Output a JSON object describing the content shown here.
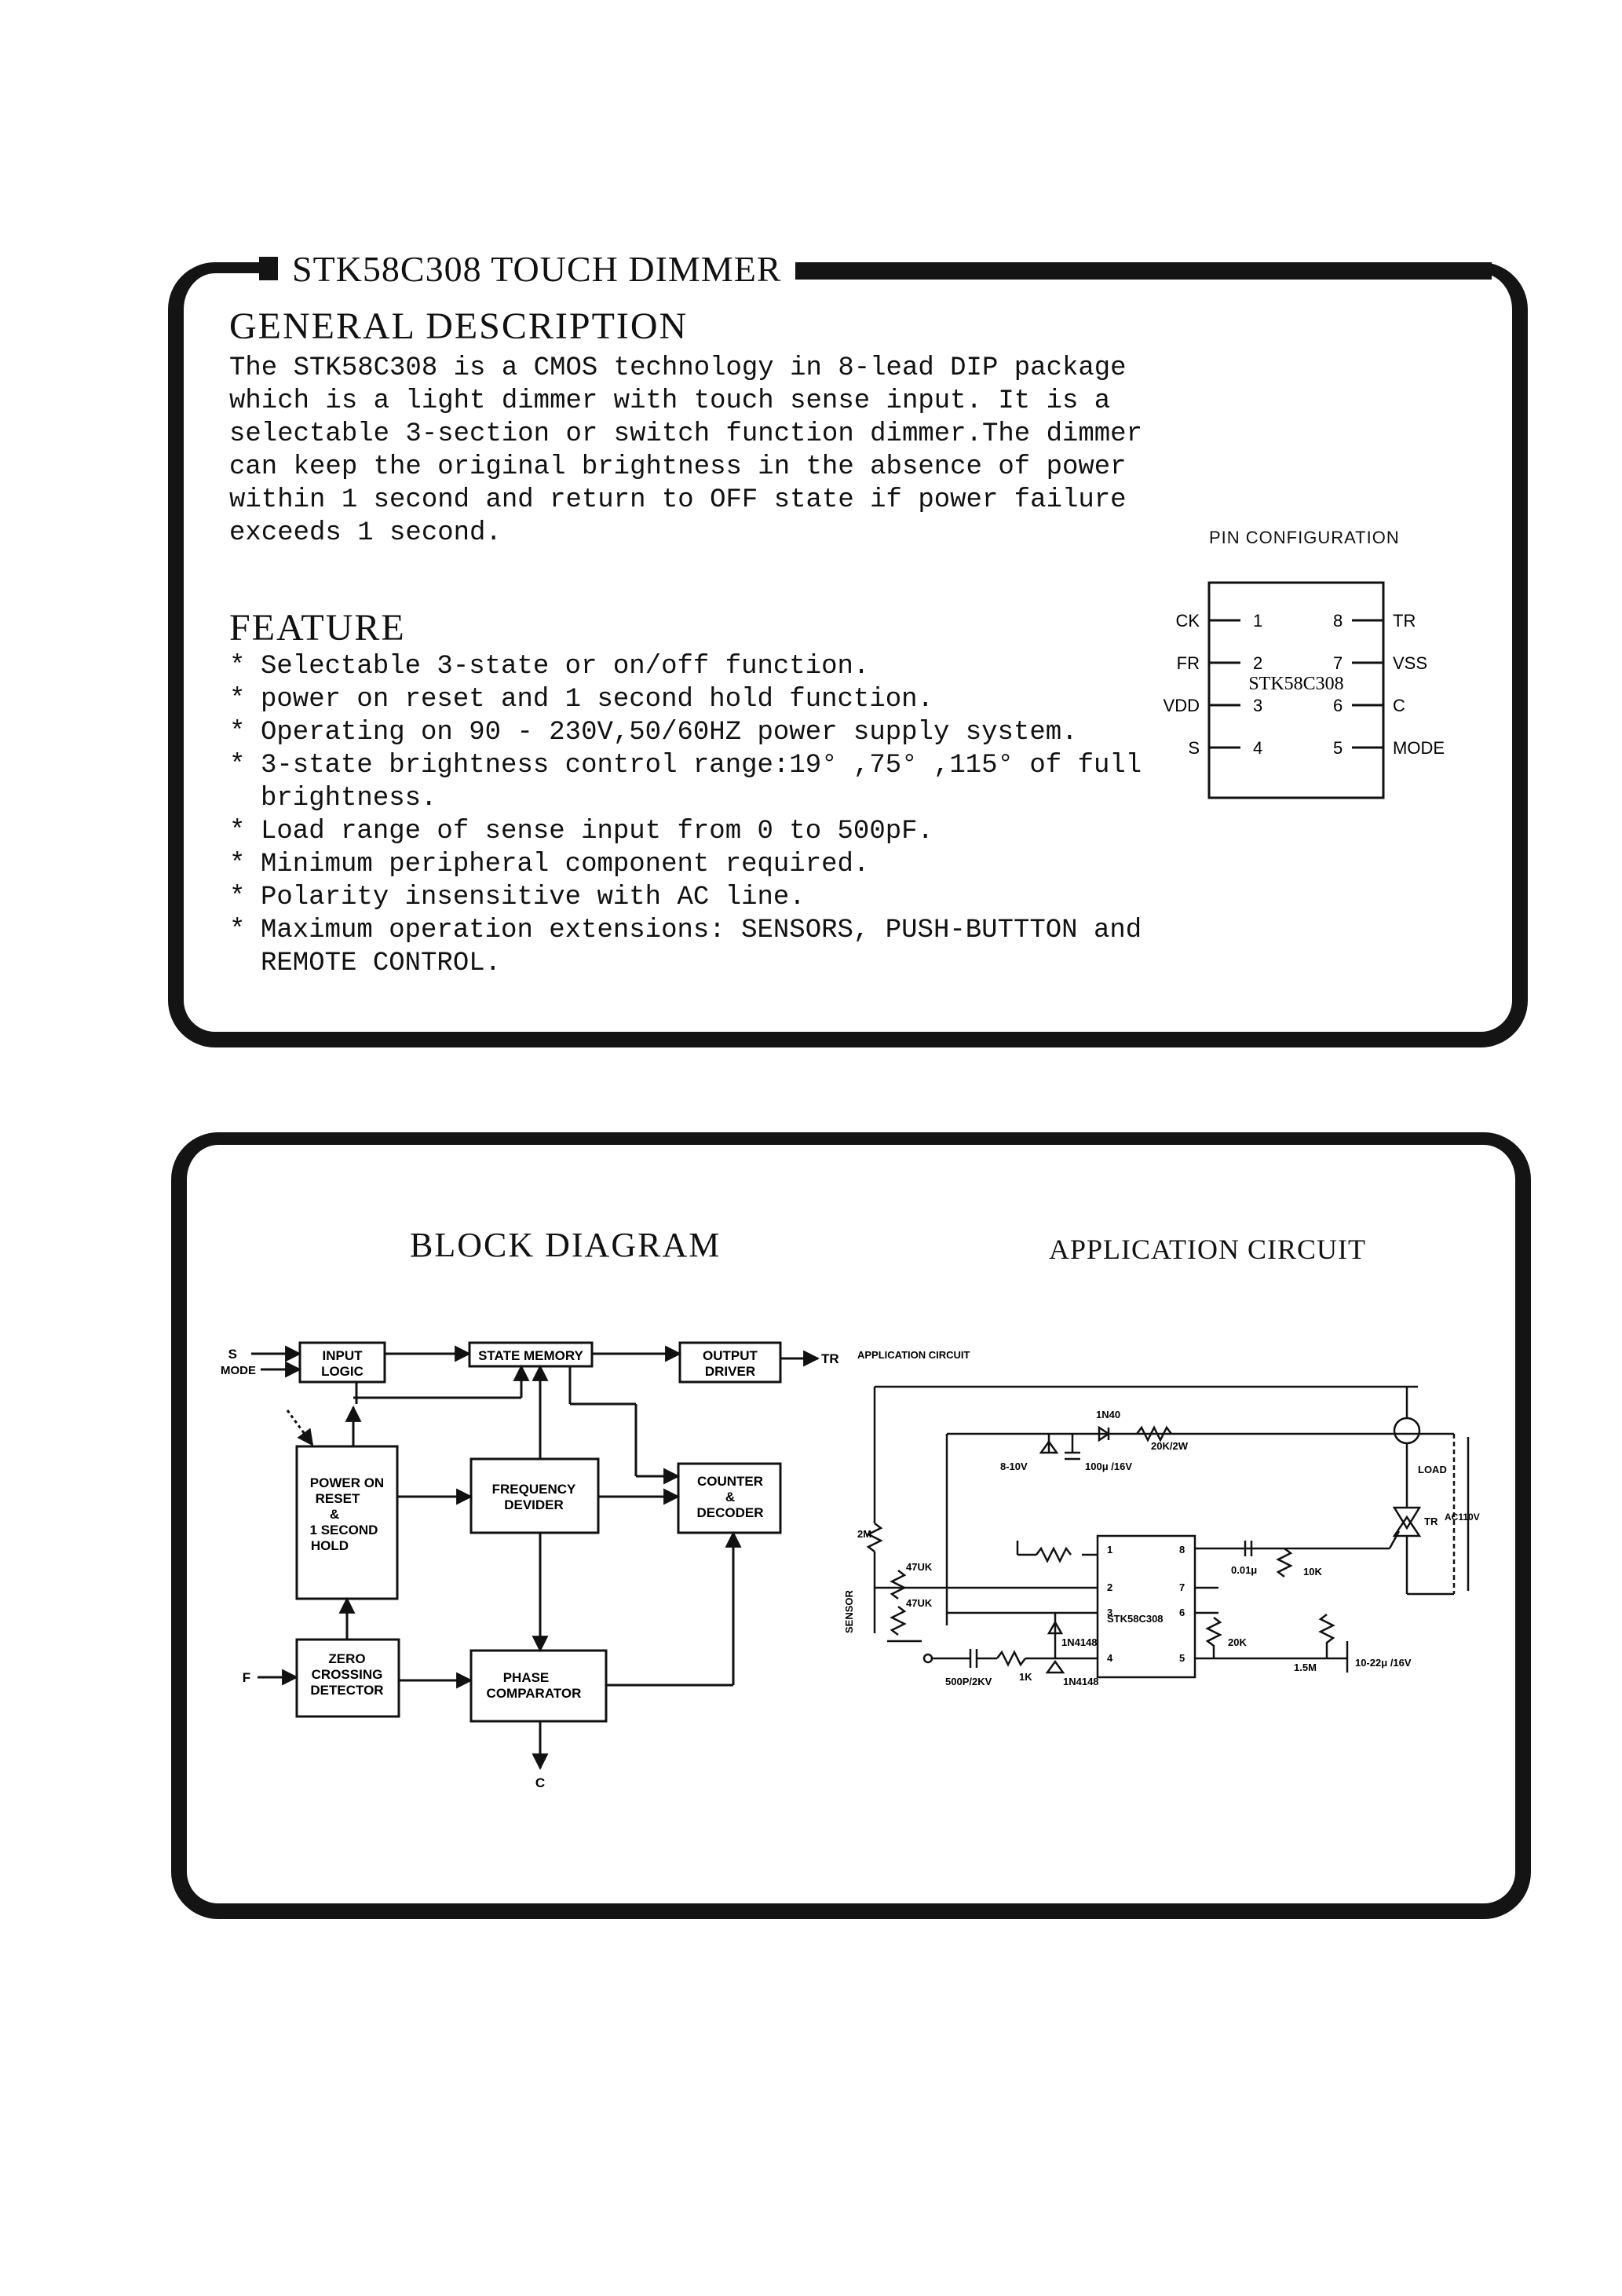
{
  "header": {
    "title": "STK58C308 TOUCH DIMMER"
  },
  "general": {
    "heading": "GENERAL DESCRIPTION",
    "lines": [
      "The STK58C308 is a CMOS technology in 8-lead DIP  package",
      "which is a light dimmer with touch sense input.   It is a",
      "selectable 3-section or switch function dimmer.The dimmer",
      "can keep the original brightness  in the absence of power",
      "within 1 second and return to OFF state  if power failure",
      "exceeds 1 second."
    ]
  },
  "feature": {
    "heading": "FEATURE",
    "items": [
      "Selectable 3-state or on/off function.",
      "power on reset and 1 second hold function.",
      "Operating on 90 - 230V,50/60HZ power supply system.",
      "3-state brightness control range:19° ,75° ,115° of full",
      "Load range of sense input from 0 to 500pF.",
      "Minimum peripheral component required.",
      "Polarity insensitive with AC line.",
      "Maximum operation extensions: SENSORS, PUSH-BUTTTON and"
    ],
    "continuations": [
      "brightness.",
      "REMOTE CONTROL."
    ]
  },
  "pin_config": {
    "title": "PIN CONFIGURATION",
    "chip": "STK58C308",
    "left": [
      {
        "name": "CK",
        "num": "1"
      },
      {
        "name": "FR",
        "num": "2"
      },
      {
        "name": "VDD",
        "num": "3"
      },
      {
        "name": "S",
        "num": "4"
      }
    ],
    "right": [
      {
        "name": "TR",
        "num": "8"
      },
      {
        "name": "VSS",
        "num": "7"
      },
      {
        "name": "C",
        "num": "6"
      },
      {
        "name": "MODE",
        "num": "5"
      }
    ]
  },
  "block_diagram": {
    "heading": "BLOCK DIAGRAM",
    "blocks": {
      "input_logic": [
        "INPUT",
        "LOGIC"
      ],
      "state_memory": [
        "STATE  MEMORY"
      ],
      "output_driver": [
        "OUTPUT",
        "DRIVER"
      ],
      "power_on_reset": [
        "POWER ON",
        "RESET",
        "&",
        "1 SECOND",
        "HOLD"
      ],
      "frequency_devider": [
        "FREQUENCY",
        "DEVIDER"
      ],
      "counter_decoder": [
        "COUNTER",
        "&",
        "DECODER"
      ],
      "zero_crossing": [
        "ZERO",
        "CROSSING",
        "DETECTOR"
      ],
      "phase_comparator": [
        "PHASE",
        "COMPARATOR"
      ]
    },
    "signals": {
      "s": "S",
      "mode": "MODE",
      "tr": "TR",
      "f": "F",
      "c": "C"
    }
  },
  "application_circuit": {
    "heading": "APPLICATION CIRCUIT",
    "inner_title": "APPLICATION CIRCUIT",
    "chip": "STK58C308",
    "labels": {
      "diode_top": "1N40",
      "r_top": "20K/2W",
      "zener": "8-10V",
      "cap_top": "100μ /16V",
      "r_left": "2M",
      "r47a": "47UK",
      "r47b": "47UK",
      "sensor": "SENSOR",
      "n4148a": "1N4148",
      "n4148b": "1N4148",
      "cap_in": "500P/2KV",
      "r_in": "1K",
      "cap_001": "0.01μ",
      "r_10k": "10K",
      "r_20k": "20K",
      "r_15m": "1.5M",
      "cap_out": "10-22μ /16V",
      "load": "LOAD",
      "triac": "TR",
      "ac": "AC110V"
    },
    "pins_left": [
      "1",
      "2",
      "3",
      "4"
    ],
    "pins_right": [
      "8",
      "7",
      "6",
      "5"
    ]
  }
}
